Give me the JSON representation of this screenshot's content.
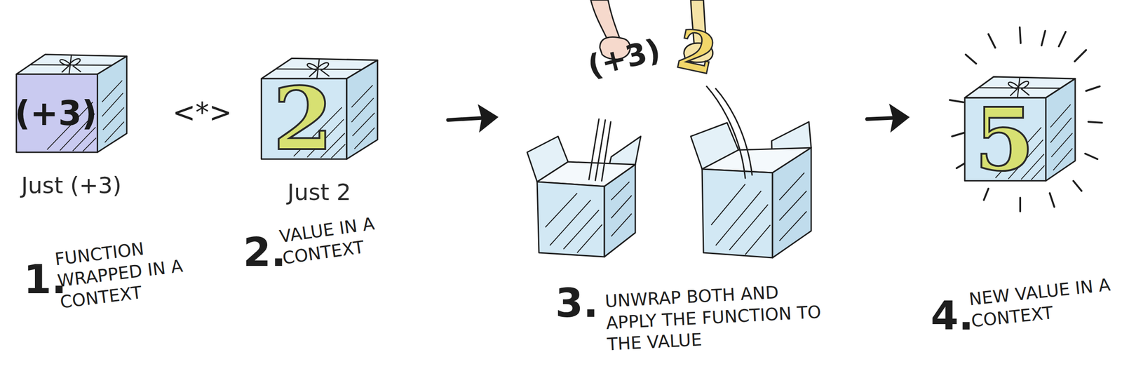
{
  "diagram": {
    "nodes": [
      {
        "text": [
          "(+3)",
          "Just (+3)"
        ]
      },
      {
        "text": [
          "2",
          "Just 2"
        ]
      },
      {
        "text": [
          "5"
        ]
      }
    ],
    "labels": [
      "<*>",
      "1.",
      "FUNCTION WRAPPED IN A CONTEXT",
      "2.",
      "VALUE IN A CONTEXT",
      "(+3)",
      "2",
      "3.",
      "UNWRAP BOTH AND APPLY THE FUNCTION TO THE VALUE",
      "4.",
      "NEW VALUE IN A CONTEXT"
    ]
  }
}
